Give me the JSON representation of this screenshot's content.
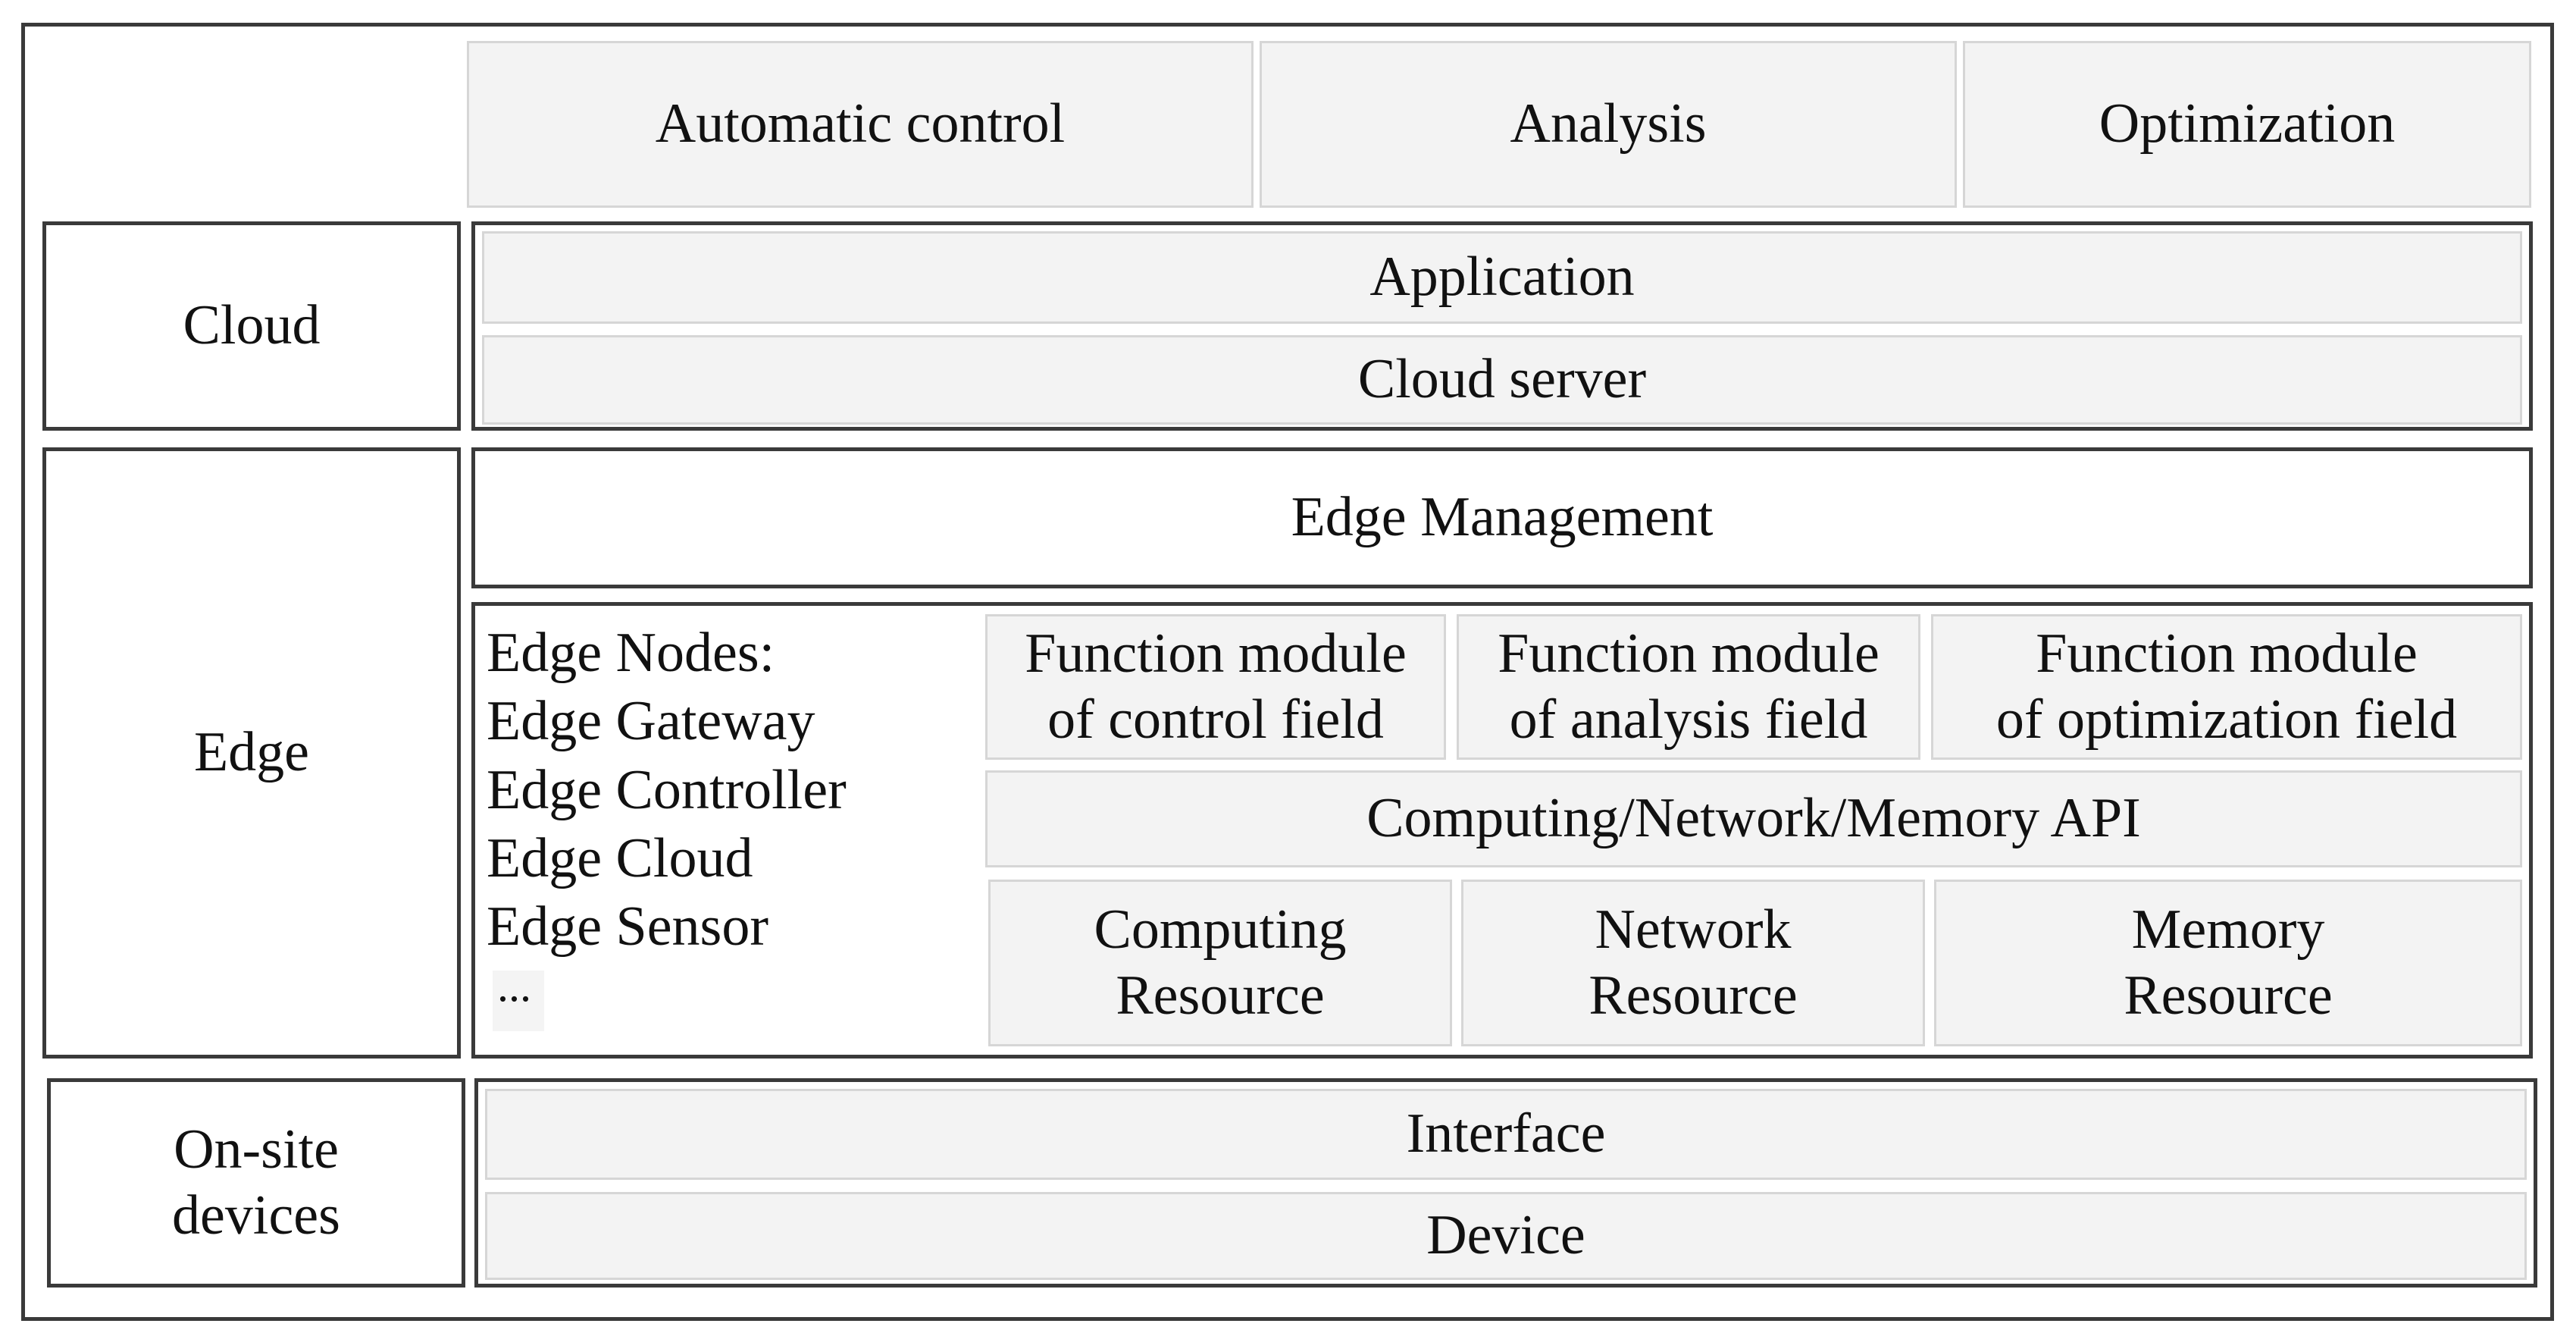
{
  "top_functions": [
    "Automatic control",
    "Analysis",
    "Optimization"
  ],
  "cloud": {
    "label": "Cloud",
    "rows": [
      "Application",
      "Cloud server"
    ]
  },
  "edge": {
    "label": "Edge",
    "management": "Edge Management",
    "nodes": [
      "Edge Nodes:",
      "Edge Gateway",
      "Edge Controller",
      "Edge Cloud",
      "Edge Sensor",
      "..."
    ],
    "function_modules": [
      [
        "Function module",
        "of control field"
      ],
      [
        "Function module",
        "of analysis field"
      ],
      [
        "Function module",
        "of optimization field"
      ]
    ],
    "api": "Computing/Network/Memory API",
    "resources": [
      [
        "Computing",
        "Resource"
      ],
      [
        "Network",
        "Resource"
      ],
      [
        "Memory",
        "Resource"
      ]
    ]
  },
  "onsite": {
    "label": [
      "On-site",
      "devices"
    ],
    "rows": [
      "Interface",
      "Device"
    ]
  }
}
